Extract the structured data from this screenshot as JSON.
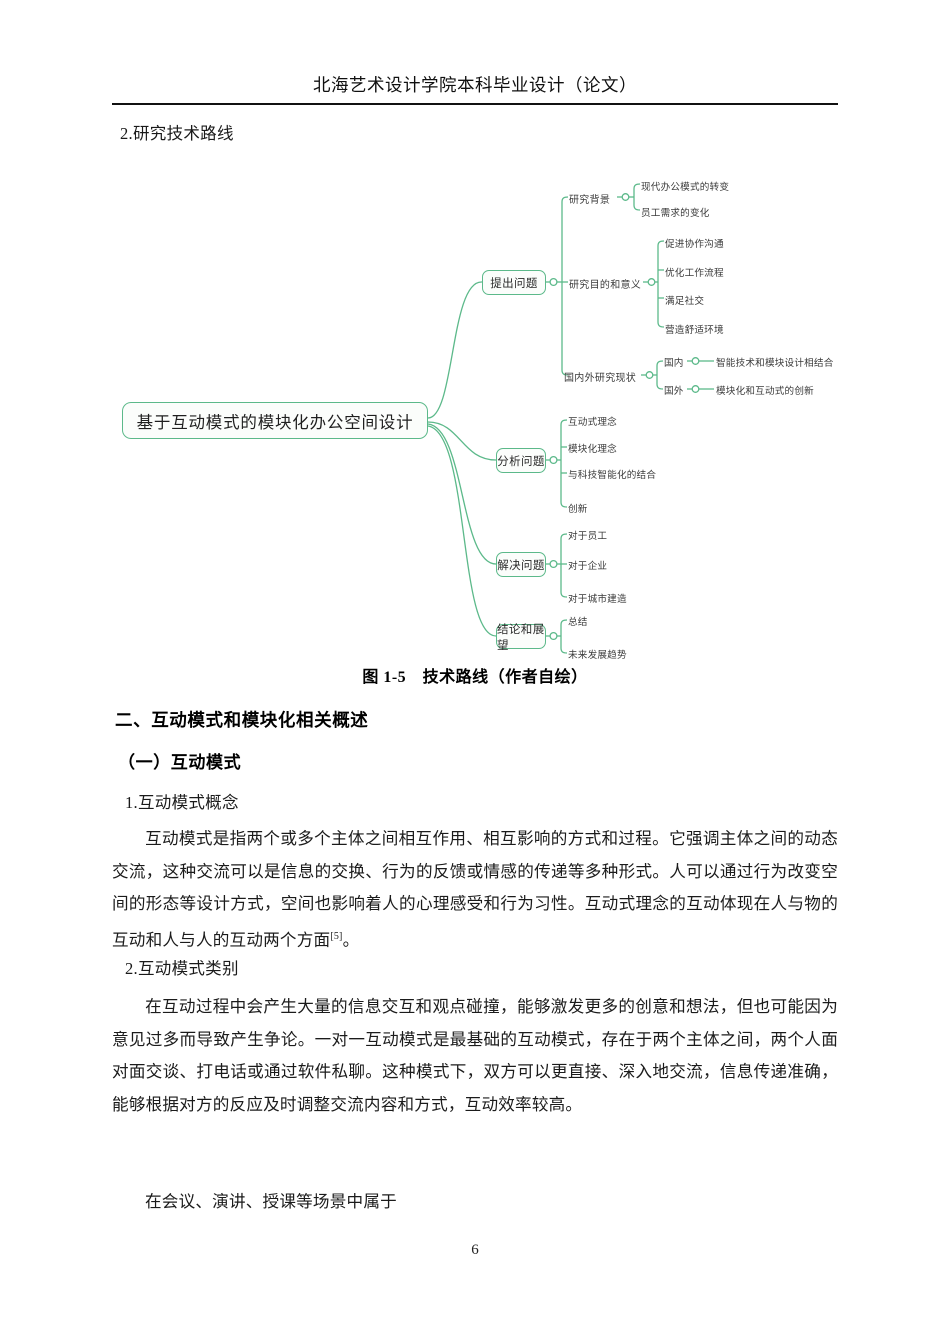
{
  "header": {
    "title": "北海艺术设计学院本科毕业设计（论文）"
  },
  "section_heading": "2.研究技术路线",
  "figure": {
    "caption": "图 1-5　技术路线（作者自绘）",
    "root": "基于互动模式的模块化办公空间设计",
    "branches": [
      {
        "label": "提出问题",
        "children": [
          {
            "label": "研究背景",
            "children": [
              {
                "label": "现代办公模式的转变"
              },
              {
                "label": "员工需求的变化"
              }
            ]
          },
          {
            "label": "研究目的和意义",
            "children": [
              {
                "label": "促进协作沟通"
              },
              {
                "label": "优化工作流程"
              },
              {
                "label": "满足社交"
              },
              {
                "label": "营造舒适环境"
              }
            ]
          },
          {
            "label": "国内外研究现状",
            "children": [
              {
                "label": "国内",
                "children": [
                  {
                    "label": "智能技术和模块设计相结合"
                  }
                ]
              },
              {
                "label": "国外",
                "children": [
                  {
                    "label": "模块化和互动式的创新"
                  }
                ]
              }
            ]
          }
        ]
      },
      {
        "label": "分析问题",
        "children": [
          {
            "label": "互动式理念"
          },
          {
            "label": "模块化理念"
          },
          {
            "label": "与科技智能化的结合"
          },
          {
            "label": "创新"
          }
        ]
      },
      {
        "label": "解决问题",
        "children": [
          {
            "label": "对于员工"
          },
          {
            "label": "对于企业"
          },
          {
            "label": "对于城市建造"
          }
        ]
      },
      {
        "label": "结论和展望",
        "children": [
          {
            "label": "总结"
          },
          {
            "label": "未来发展趋势"
          }
        ]
      }
    ],
    "accent_color": "#5cb98a"
  },
  "headings": {
    "h2": "二、互动模式和模块化相关概述",
    "h3": "（一）互动模式",
    "sub1": "1.互动模式概念",
    "sub2": "2.互动模式类别"
  },
  "paragraphs": {
    "p1_a": "互动模式是指两个或多个主体之间相互作用、相互影响的方式和过程。它强调主体之间的动态交流，这种交流可以是信息的交换、行为的反馈或情感的传递等多种形式。人可以通过行为改变空间的形态等设计方式，空间也影响着人的心理感受和行为习性。互动式理念的互动体现在人与物的互动和人与人的互动两个方面",
    "p1_ref": "[5]",
    "p1_b": "。",
    "p2": "在互动过程中会产生大量的信息交互和观点碰撞，能够激发更多的创意和想法，但也可能因为意见过多而导致产生争论。一对一互动模式是最基础的互动模式，存在于两个主体之间，两个人面对面交谈、打电话或通过软件私聊。这种模式下，双方可以更直接、深入地交流，信息传递准确，能够根据对方的反应及时调整交流内容和方式，互动效率较高。",
    "p3": "在会议、演讲、授课等场景中属于"
  },
  "page_number": "6"
}
